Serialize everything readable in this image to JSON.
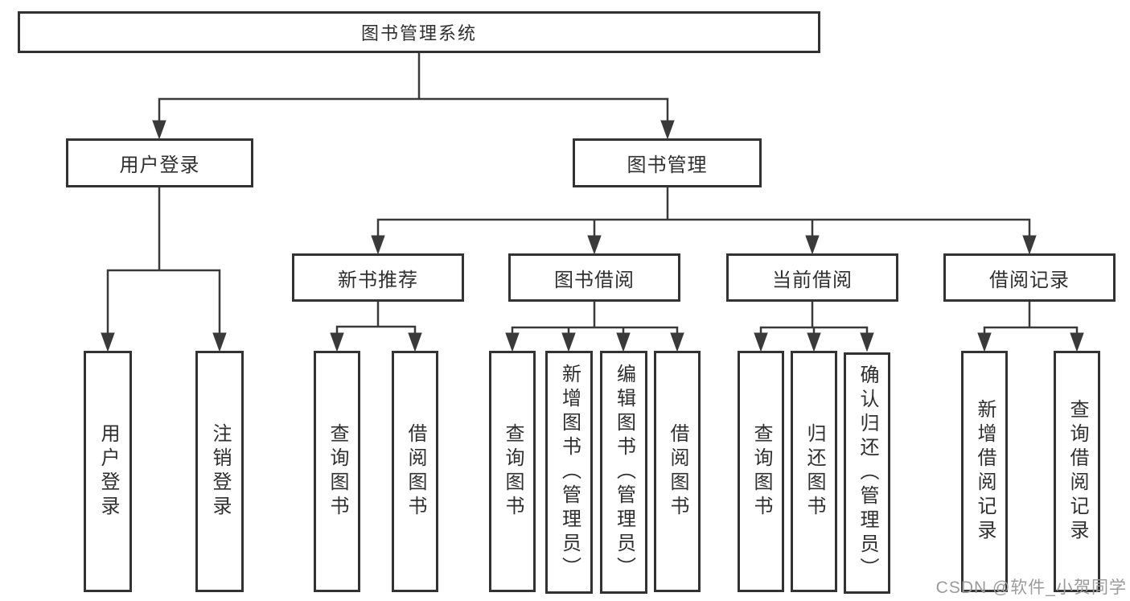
{
  "diagram": {
    "title": "图书管理系统",
    "root": {
      "label": "图书管理系统"
    },
    "level2": [
      {
        "label": "用户登录"
      },
      {
        "label": "图书管理"
      }
    ],
    "level3": [
      {
        "label": "新书推荐"
      },
      {
        "label": "图书借阅"
      },
      {
        "label": "当前借阅"
      },
      {
        "label": "借阅记录"
      }
    ],
    "leaves": [
      {
        "label": "用户登录",
        "parent": "用户登录"
      },
      {
        "label": "注销登录",
        "parent": "用户登录"
      },
      {
        "label": "查询图书",
        "parent": "新书推荐"
      },
      {
        "label": "借阅图书",
        "parent": "新书推荐"
      },
      {
        "label": "查询图书",
        "parent": "图书借阅"
      },
      {
        "label": "新增图书（管理员）",
        "parent": "图书借阅"
      },
      {
        "label": "编辑图书（管理员）",
        "parent": "图书借阅"
      },
      {
        "label": "借阅图书",
        "parent": "图书借阅"
      },
      {
        "label": "查询图书",
        "parent": "当前借阅"
      },
      {
        "label": "归还图书",
        "parent": "当前借阅"
      },
      {
        "label": "确认归还（管理员）",
        "parent": "当前借阅"
      },
      {
        "label": "新增借阅记录",
        "parent": "借阅记录"
      },
      {
        "label": "查询借阅记录",
        "parent": "借阅记录"
      }
    ]
  },
  "watermark": {
    "text": "CSDN @软件_小贺同学"
  },
  "colors": {
    "line": "#3a3a3a",
    "border": "#333333",
    "text": "#2f2f2f",
    "watermark": "#9b9b9b",
    "background": "#ffffff"
  }
}
